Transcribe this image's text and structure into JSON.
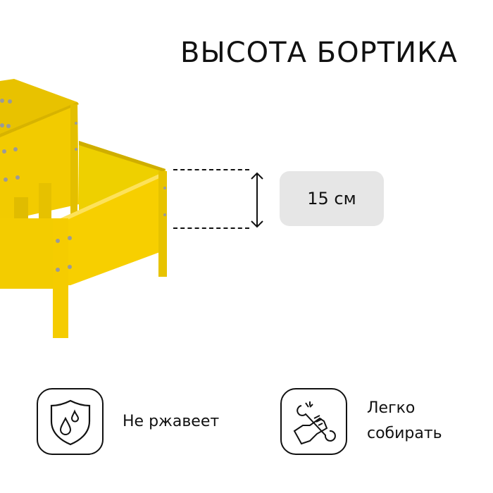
{
  "header": {
    "title": "ВЫСОТА БОРТИКА"
  },
  "measurement": {
    "value": "15 см",
    "arrow_icon": "vertical-double-arrow-icon"
  },
  "product": {
    "image": "yellow-raised-garden-bed",
    "color": "#f7cf00"
  },
  "features": [
    {
      "icon": "shield-water-drops-icon",
      "label": "Не ржавеет"
    },
    {
      "icon": "hand-wrench-icon",
      "label_line1": "Легко",
      "label_line2": "собирать"
    }
  ],
  "colors": {
    "badge_bg": "#e6e6e6",
    "text": "#111111",
    "product_yellow": "#f7cf00"
  }
}
